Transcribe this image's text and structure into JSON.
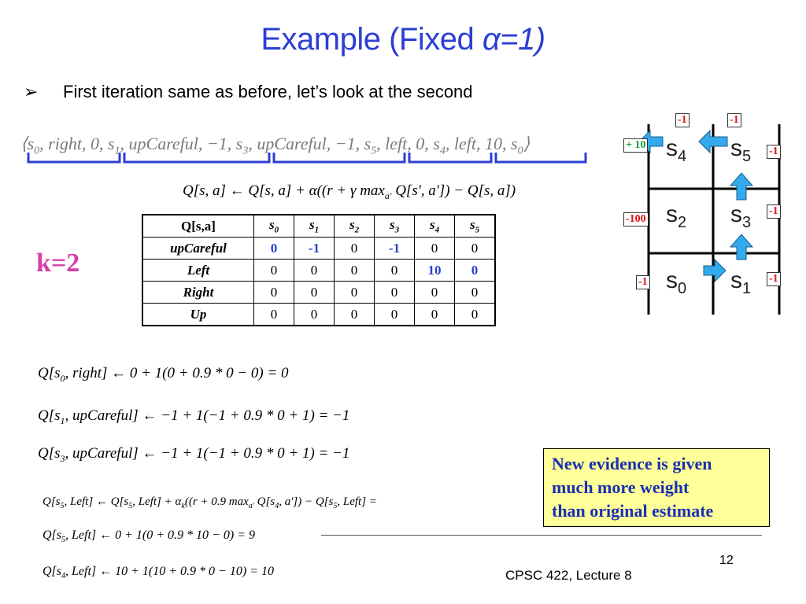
{
  "slide": {
    "title_main": "Example (Fixed ",
    "title_alpha": "α=1)",
    "bullet_symbol": "➢",
    "bullet_text": "First iteration same as before, let’s look at the second",
    "k_label": "k=2",
    "evidence_lines": [
      "New evidence is given",
      "much more weight",
      "than original estimate"
    ],
    "footer": "CPSC 422, Lecture 8",
    "page_number": "12"
  },
  "sequence": {
    "text_parts": [
      "⟨s",
      "0",
      ", right, 0, s",
      "1",
      ", upCareful, −1, s",
      "3",
      ", upCareful, −1, s",
      "5",
      ", left, 0, s",
      "4",
      ", left, 10, s",
      "0",
      "⟩"
    ]
  },
  "update_rule": {
    "parts": [
      "Q[s, a] ← Q[s, a] + α((r + γ max",
      "a'",
      " Q[s', a']) − Q[s, a])"
    ]
  },
  "qtable": {
    "corner": "Q[s,a]",
    "columns": [
      {
        "s": "s",
        "i": "0"
      },
      {
        "s": "s",
        "i": "1"
      },
      {
        "s": "s",
        "i": "2"
      },
      {
        "s": "s",
        "i": "3"
      },
      {
        "s": "s",
        "i": "4"
      },
      {
        "s": "s",
        "i": "5"
      }
    ],
    "rows": [
      {
        "label": "upCareful",
        "values": [
          "0",
          "-1",
          "0",
          "-1",
          "0",
          "0"
        ],
        "highlight": [
          true,
          true,
          false,
          true,
          false,
          false
        ]
      },
      {
        "label": "Left",
        "values": [
          "0",
          "0",
          "0",
          "0",
          "10",
          "0"
        ],
        "highlight": [
          false,
          false,
          false,
          false,
          true,
          true
        ]
      },
      {
        "label": "Right",
        "values": [
          "0",
          "0",
          "0",
          "0",
          "0",
          "0"
        ],
        "highlight": [
          false,
          false,
          false,
          false,
          false,
          false
        ]
      },
      {
        "label": "Up",
        "values": [
          "0",
          "0",
          "0",
          "0",
          "0",
          "0"
        ],
        "highlight": [
          false,
          false,
          false,
          false,
          false,
          false
        ]
      }
    ]
  },
  "equations": [
    {
      "pre": "Q[s",
      "sub": "0",
      "post": ", right] ← 0 + 1(0 + 0.9 * 0 − 0) = 0"
    },
    {
      "pre": "Q[s",
      "sub": "1",
      "post": ", upCareful] ← −1 + 1(−1 + 0.9 * 0 + 1) = −1"
    },
    {
      "pre": "Q[s",
      "sub": "3",
      "post": ", upCareful] ← −1 + 1(−1 + 0.9 * 0 + 1) = −1"
    },
    {
      "pre": "Q[s",
      "sub": "5",
      "post": ", Left] ← Q[s",
      "sub2": "5",
      "post2": ", Left] + α",
      "sub3": "k",
      "post3": "((r + 0.9 max",
      "sub4": "a'",
      "post4": " Q[s",
      "sub5": "4",
      "post5": ", a']) − Q[s",
      "sub6": "5",
      "post6": ", Left] ="
    },
    {
      "pre": "Q[s",
      "sub": "5",
      "post": ", Left] ← 0 + 1(0 + 0.9 * 10 − 0) = 9"
    },
    {
      "pre": "Q[s",
      "sub": "4",
      "post": ", Left] ← 10 + 1(10 + 0.9 * 0 − 10) = 10"
    }
  ],
  "grid": {
    "states": [
      {
        "s": "s",
        "i": "4"
      },
      {
        "s": "s",
        "i": "5"
      },
      {
        "s": "s",
        "i": "2"
      },
      {
        "s": "s",
        "i": "3"
      },
      {
        "s": "s",
        "i": "0"
      },
      {
        "s": "s",
        "i": "1"
      }
    ],
    "rewards": {
      "top_left": "-1",
      "top_right": "-1",
      "s4_left": "+ 10",
      "s5_right": "-1",
      "s2_left": "-100",
      "s3_right": "-1",
      "s0_left": "-1",
      "s1_right": "-1"
    },
    "colors": {
      "arrow": "#33aaee",
      "arrow_stroke": "#1a5f8a",
      "reward_red": "#e01010",
      "reward_green": "#10a030"
    }
  }
}
